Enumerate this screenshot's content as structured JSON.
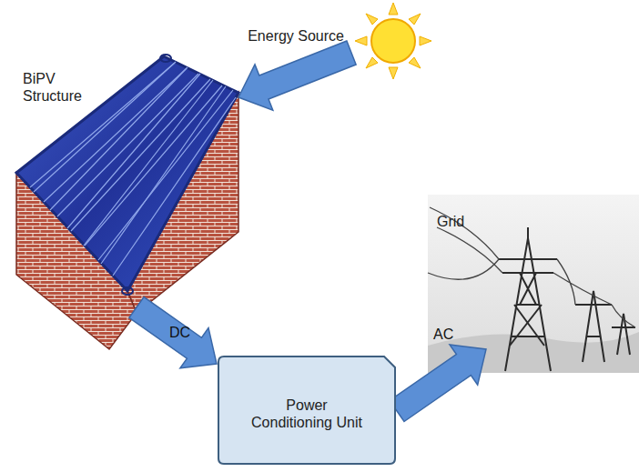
{
  "diagram": {
    "nodes": [
      {
        "text": [
          "Energy Source"
        ]
      },
      {
        "text": [
          "BiPV Structure"
        ]
      },
      {
        "text": [
          "Power Conditioning Unit"
        ]
      },
      {
        "text": [
          "Grid"
        ]
      }
    ],
    "edges": [
      {
        "from": 0,
        "to": 1,
        "arrow": "to"
      },
      {
        "from": 1,
        "to": 2,
        "label": "DC",
        "arrow": "to"
      },
      {
        "from": 2,
        "to": 3,
        "label": "AC",
        "arrow": "to"
      }
    ]
  }
}
